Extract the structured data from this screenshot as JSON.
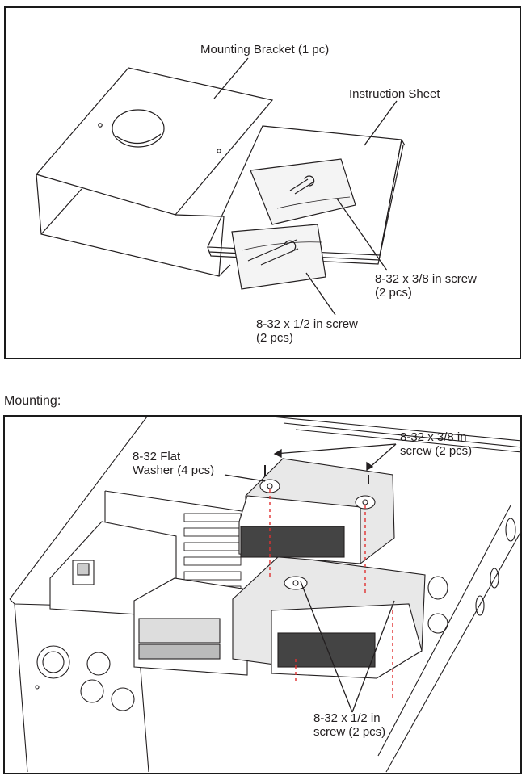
{
  "top_panel": {
    "labels": {
      "bracket": "Mounting Bracket (1 pc)",
      "sheet": "Instruction Sheet",
      "screw_38_line1": "8-32 x 3/8 in screw",
      "screw_38_line2": "(2 pcs)",
      "screw_12_line1": "8-32 x 1/2 in screw",
      "screw_12_line2": "(2 pcs)"
    }
  },
  "section_title": "Mounting:",
  "bottom_panel": {
    "labels": {
      "washer_line1": "8-32 Flat",
      "washer_line2": "Washer (4 pcs)",
      "screw_38_line1": "8-32 x 3/8 in",
      "screw_38_line2": "screw (2 pcs)",
      "screw_12_line1": "8-32 x 1/2 in",
      "screw_12_line2": "screw (2 pcs)"
    }
  },
  "colors": {
    "line": "#231f20",
    "guide": "#e03030",
    "fill": "#e8e8e8"
  }
}
